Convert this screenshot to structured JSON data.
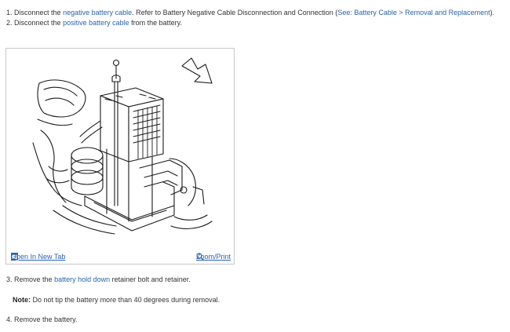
{
  "steps": {
    "s1": {
      "num": "1.",
      "pre": "Disconnect the",
      "link1": "negative battery cable",
      "mid": ". Refer to Battery Negative Cable Disconnection and Connection (",
      "link2": "See: Battery Cable > Removal and Replacement",
      "post": ")."
    },
    "s2": {
      "num": "2.",
      "pre": "Disconnect the",
      "link1": "positive battery cable",
      "post": "from the battery."
    },
    "s3": {
      "num": "3.",
      "pre": "Remove the",
      "link1": "battery hold down",
      "post": "retainer bolt and retainer."
    },
    "note": {
      "label": "Note:",
      "text": "Do not tip the battery more than 40 degrees during removal."
    },
    "s4": {
      "num": "4.",
      "text": "Remove the battery."
    }
  },
  "figure": {
    "open_tab_label": "Open In New Tab",
    "zoom_label": "Zoom/Print",
    "open_tab_icon": "open-tab-icon",
    "zoom_icon": "magnifier-icon"
  },
  "colors": {
    "link": "#2a63b0",
    "text": "#333333",
    "border": "#c9c9c9"
  }
}
